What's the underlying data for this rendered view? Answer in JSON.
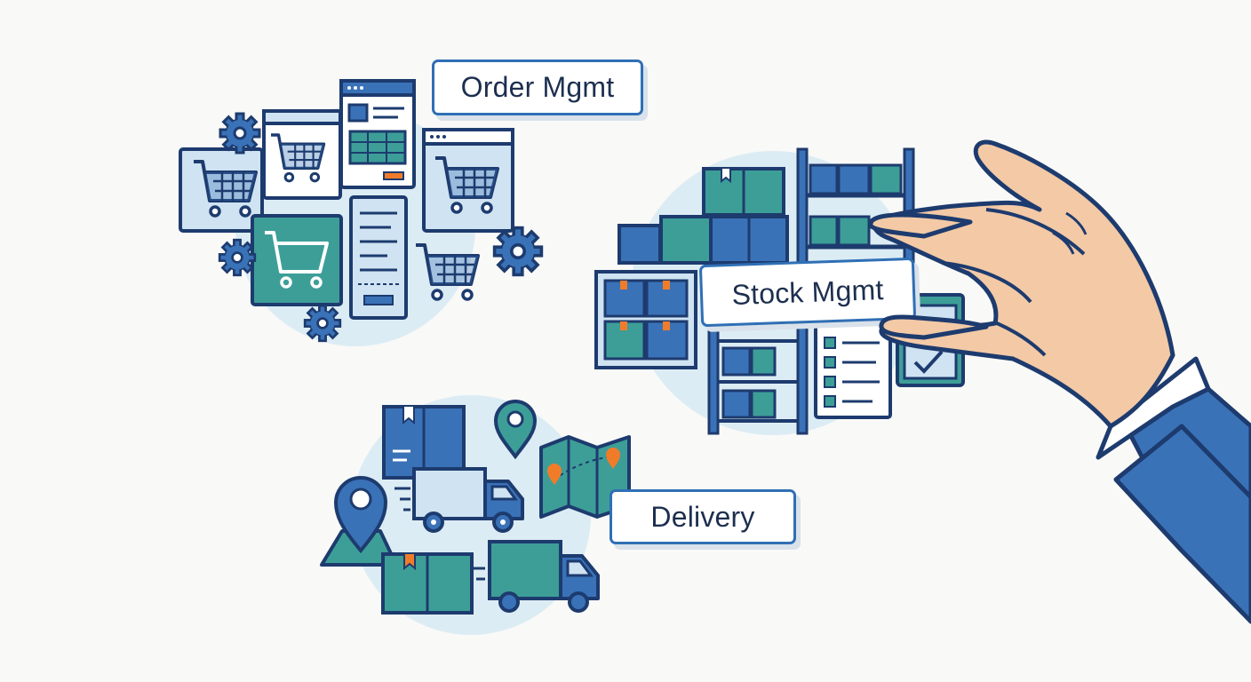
{
  "labels": {
    "order": "Order Mgmt",
    "stock": "Stock Mgmt",
    "delivery": "Delivery"
  },
  "icons": {
    "order_cluster": [
      "shopping-cart-icon",
      "gear-icon",
      "browser-window-icon",
      "receipt-icon"
    ],
    "stock_cluster": [
      "box-icon",
      "warehouse-shelf-icon",
      "checklist-icon",
      "clipboard-icon"
    ],
    "delivery_cluster": [
      "location-pin-icon",
      "map-icon",
      "box-icon",
      "delivery-truck-icon"
    ],
    "hand": "hand-icon"
  },
  "colors": {
    "outline": "#1d3b6e",
    "blue": "#3a72b8",
    "light_blue": "#cfe3f2",
    "teal": "#3d9e98",
    "accent_orange": "#f07c2a",
    "circle_bg": "#dcecf4",
    "skin": "#f3c9a6",
    "sleeve": "#3a72b8"
  }
}
